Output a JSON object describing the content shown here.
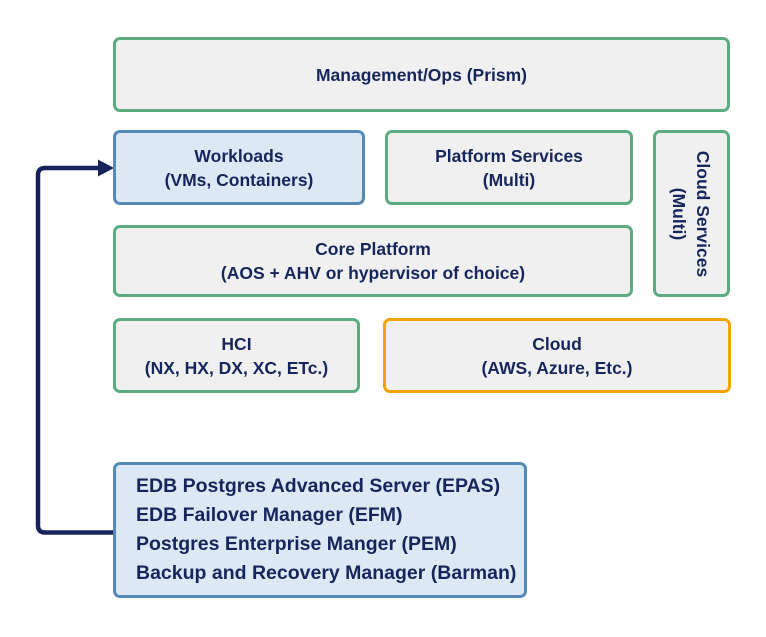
{
  "diagram": {
    "boxes": {
      "management": {
        "title": "Management/Ops (Prism)"
      },
      "workloads": {
        "title": "Workloads",
        "subtitle": "(VMs, Containers)"
      },
      "platform_services": {
        "title": "Platform Services",
        "subtitle": "(Multi)"
      },
      "cloud_services": {
        "title": "Cloud Services",
        "subtitle": "(Multi)"
      },
      "core_platform": {
        "title": "Core Platform",
        "subtitle": "(AOS + AHV or hypervisor of choice)"
      },
      "hci": {
        "title": "HCI",
        "subtitle": "(NX, HX, DX, XC, ETc.)"
      },
      "cloud": {
        "title": "Cloud",
        "subtitle": "(AWS, Azure, Etc.)"
      },
      "edb_stack": {
        "lines": [
          "EDB Postgres Advanced Server (EPAS)",
          "EDB Failover Manager (EFM)",
          "Postgres Enterprise Manger (PEM)",
          "Backup and Recovery Manager (Barman)"
        ]
      }
    },
    "colors": {
      "green_border": "#5BAC80",
      "blue_border": "#5589B7",
      "orange_border": "#F5A300",
      "gray_fill": "#F0F0F0",
      "blue_fill": "#DCE8F4",
      "text_navy": "#16265C",
      "arrow_navy": "#16235B",
      "background": "#FFFFFF"
    }
  }
}
